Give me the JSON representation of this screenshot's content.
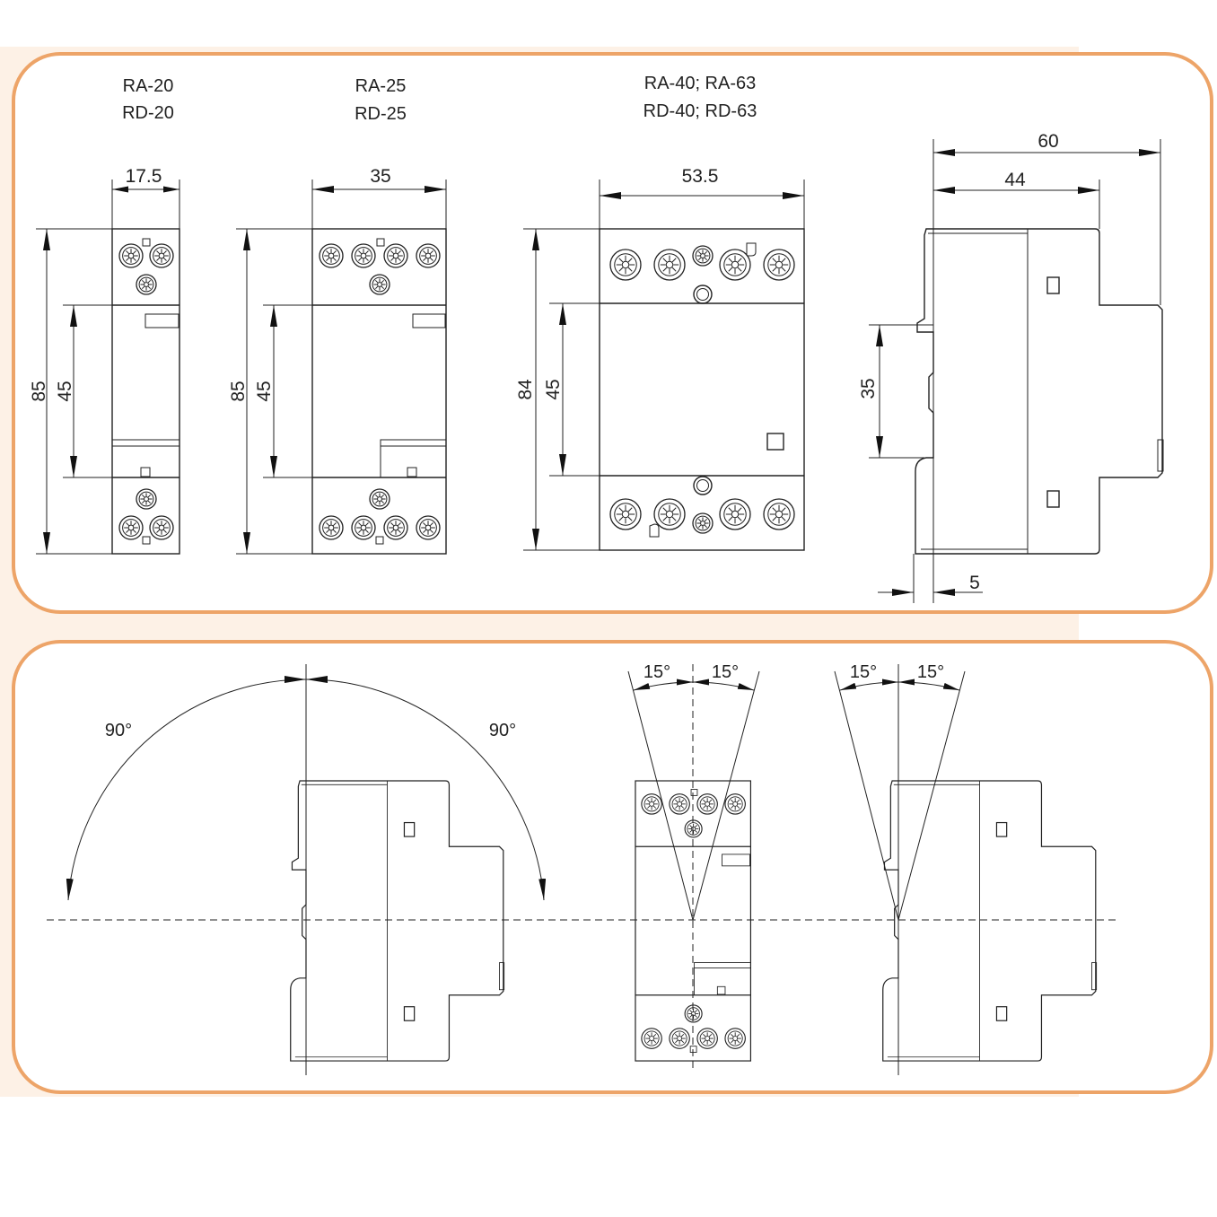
{
  "colors": {
    "panel_border": "#eda468",
    "background_band": "#fdf1e6",
    "line": "#222222"
  },
  "top_panel": {
    "models": [
      {
        "line1": "RA-20",
        "line2": "RD-20",
        "width": "17.5",
        "height": "85",
        "mount": "45"
      },
      {
        "line1": "RA-25",
        "line2": "RD-25",
        "width": "35",
        "height": "85",
        "mount": "45"
      },
      {
        "line1": "RA-40; RA-63",
        "line2": "RD-40; RD-63",
        "width": "53.5",
        "height": "84",
        "mount": "45"
      }
    ],
    "side_view": {
      "depth_total": "60",
      "depth_front": "44",
      "rail": "35",
      "offset": "5"
    }
  },
  "bottom_panel": {
    "rotation_left": "90°",
    "rotation_right": "90°",
    "front_tilt_left": "15°",
    "front_tilt_right": "15°",
    "side_tilt_left": "15°",
    "side_tilt_right": "15°"
  }
}
